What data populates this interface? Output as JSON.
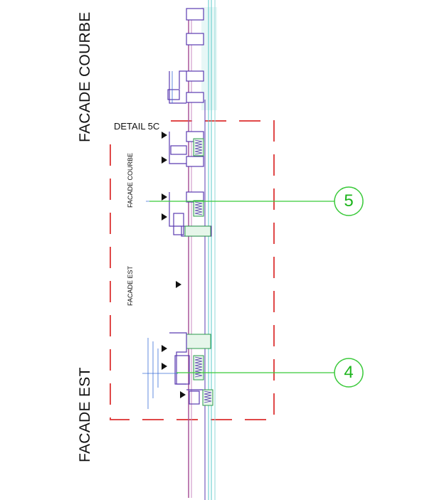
{
  "labels": {
    "facade_courbe_large": "FACADE COURBE",
    "facade_est_large": "FACADE EST",
    "detail": "DETAIL 5C",
    "facade_courbe_small": "FACADE COURBE",
    "facade_est_small": "FACADE EST"
  },
  "grid_markers": [
    "5",
    "4"
  ],
  "colors": {
    "detail_frame": "#e04848",
    "grid_line": "#39c939",
    "mullion": "#a9559a",
    "profile": "#5a3bb0",
    "insulation": "#2a9a4a",
    "glazing": "#58c8c8",
    "dimension": "#3b6fd8"
  }
}
